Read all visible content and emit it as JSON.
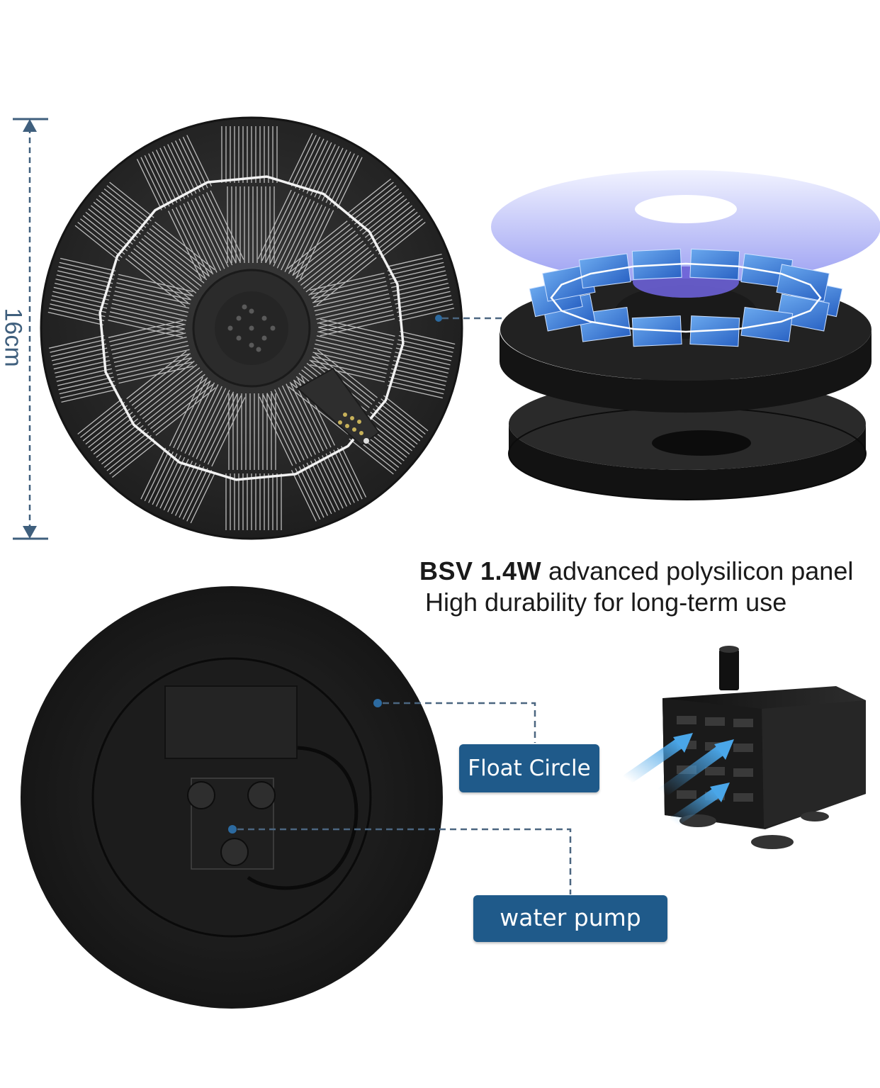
{
  "dimension": {
    "label": "16cm"
  },
  "spec": {
    "model": "BSV 1.4W",
    "panel": " advanced polysilicon panel",
    "durability": "High durability for long-term use"
  },
  "callouts": {
    "float_circle": "Float Circle",
    "water_pump": "water pump"
  },
  "colors": {
    "accent": "#1f5a8a",
    "dimension_line": "#3f5f7d",
    "product_black": "#1b1b1b",
    "solar_cell_blue": "#3d7fd6"
  }
}
